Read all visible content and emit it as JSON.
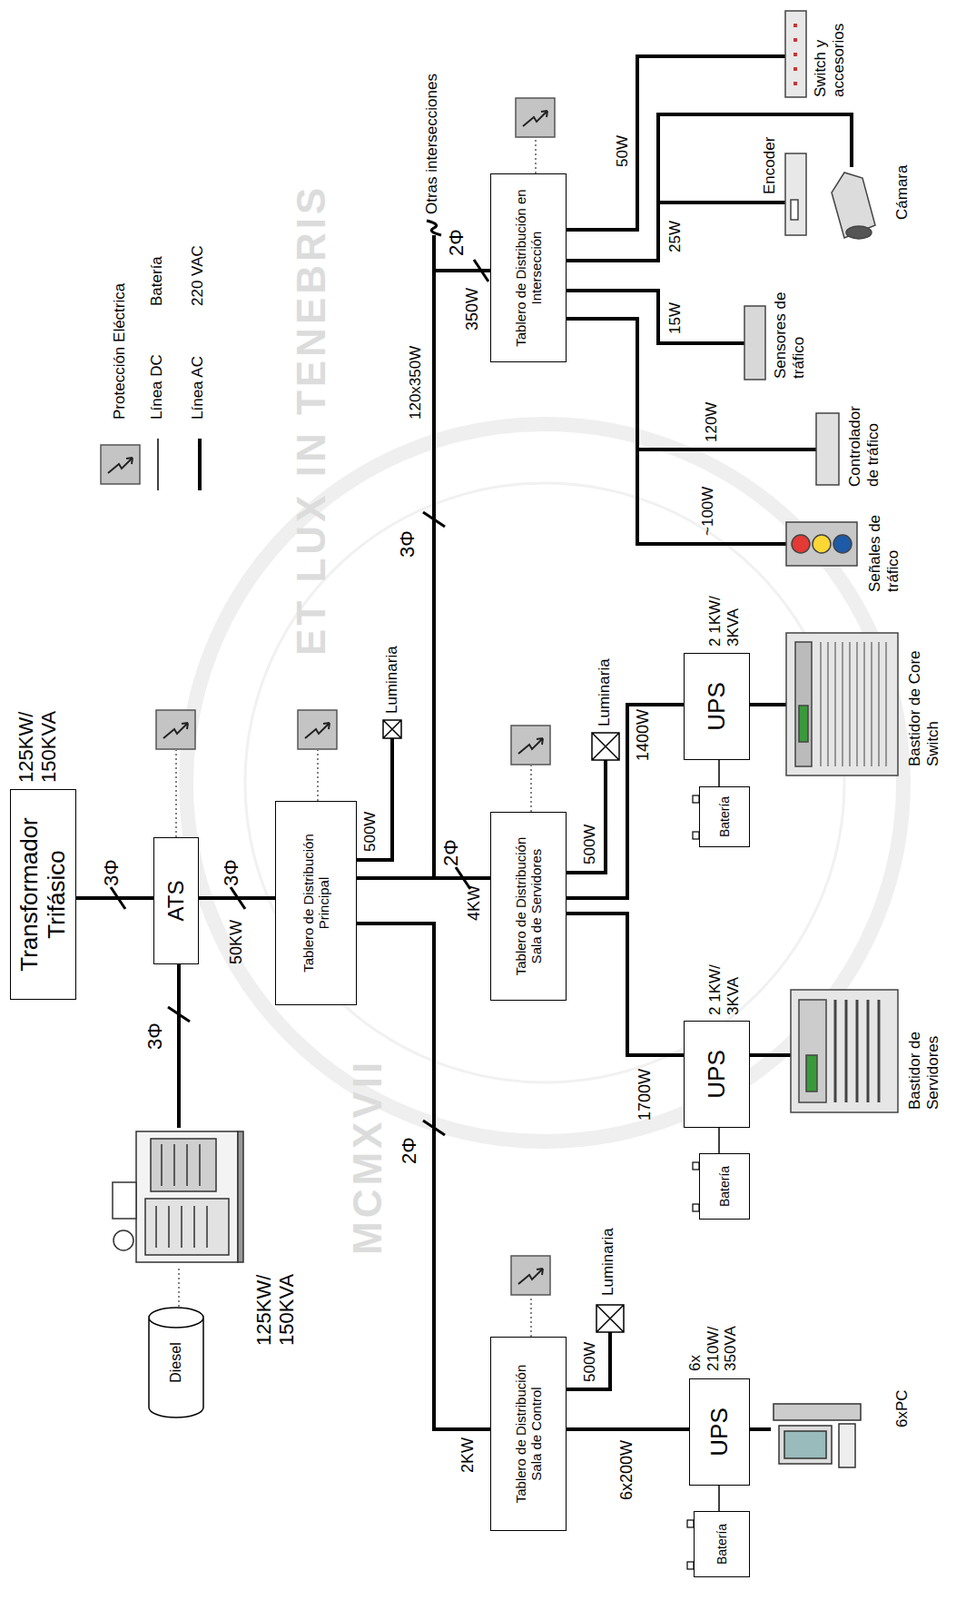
{
  "diagram": {
    "nodes": [
      {
        "text": [
          "Transformador Trifásico"
        ]
      },
      {
        "text": [
          "ATS"
        ]
      },
      {
        "text": [
          "Diesel"
        ]
      },
      {
        "text": [
          "Tablero de Distribución Principal"
        ]
      },
      {
        "text": [
          "Tablero de Distribución en Intersección"
        ]
      },
      {
        "text": [
          "Tablero de Distribución Sala de Servidores"
        ]
      },
      {
        "text": [
          "UPS"
        ]
      },
      {
        "text": [
          "Batería"
        ]
      },
      {
        "text": [
          "UPS"
        ]
      },
      {
        "text": [
          "Batería"
        ]
      },
      {
        "text": [
          "Tablero de Distribución Sala de Control"
        ]
      },
      {
        "text": [
          "UPS"
        ]
      },
      {
        "text": [
          "Batería"
        ]
      }
    ],
    "edges": [
      {
        "from": 0,
        "to": 1,
        "arrow": "none"
      },
      {
        "from": 1,
        "to": 3,
        "arrow": "none",
        "label": "50KW"
      },
      {
        "from": 3,
        "to": 5,
        "arrow": "none",
        "label": "4KW"
      },
      {
        "from": 3,
        "to": 4,
        "arrow": "none",
        "label": "350W"
      },
      {
        "from": 3,
        "to": 10,
        "arrow": "none",
        "label": "2KW"
      },
      {
        "from": 5,
        "to": 6,
        "arrow": "none",
        "label": "1400W"
      },
      {
        "from": 5,
        "to": 8,
        "arrow": "none",
        "label": "1700W"
      },
      {
        "from": 6,
        "to": 7,
        "arrow": "none"
      },
      {
        "from": 8,
        "to": 9,
        "arrow": "none"
      },
      {
        "from": 10,
        "to": 11,
        "arrow": "none",
        "label": "6x200W"
      },
      {
        "from": 11,
        "to": 12,
        "arrow": "none"
      }
    ],
    "labels": [
      "125KW/ 150KVA",
      "3Φ",
      "3Φ",
      "125KW/ 150KVA",
      "3Φ",
      "Luminaria",
      "500W",
      "3Φ",
      "120x350W",
      "2Φ",
      "Otras intersecciones",
      "500W",
      "Luminaria",
      "2 1KW/ 3KVA",
      "Bastidor de Core Switch",
      "2 1KW/ 3KVA",
      "Bastidor de Servidores",
      "2Φ",
      "2Φ",
      "50W",
      "25W",
      "15W",
      "120W",
      "~100W",
      "Switch y accesorios",
      "Encoder",
      "Cámara",
      "Sensores de tráfico",
      "Controlador de tráfico",
      "Señales de tráfico",
      "Luminaria",
      "500W",
      "6x 210W/ 350VA",
      "6xPC",
      "Batería",
      "220 VAC",
      "ET LUX IN TENEBRIS",
      "MCMXVII"
    ],
    "legend": [
      {
        "text": "Protección Eléctrica"
      },
      {
        "text": "Línea DC"
      },
      {
        "text": "Línea AC"
      }
    ]
  }
}
